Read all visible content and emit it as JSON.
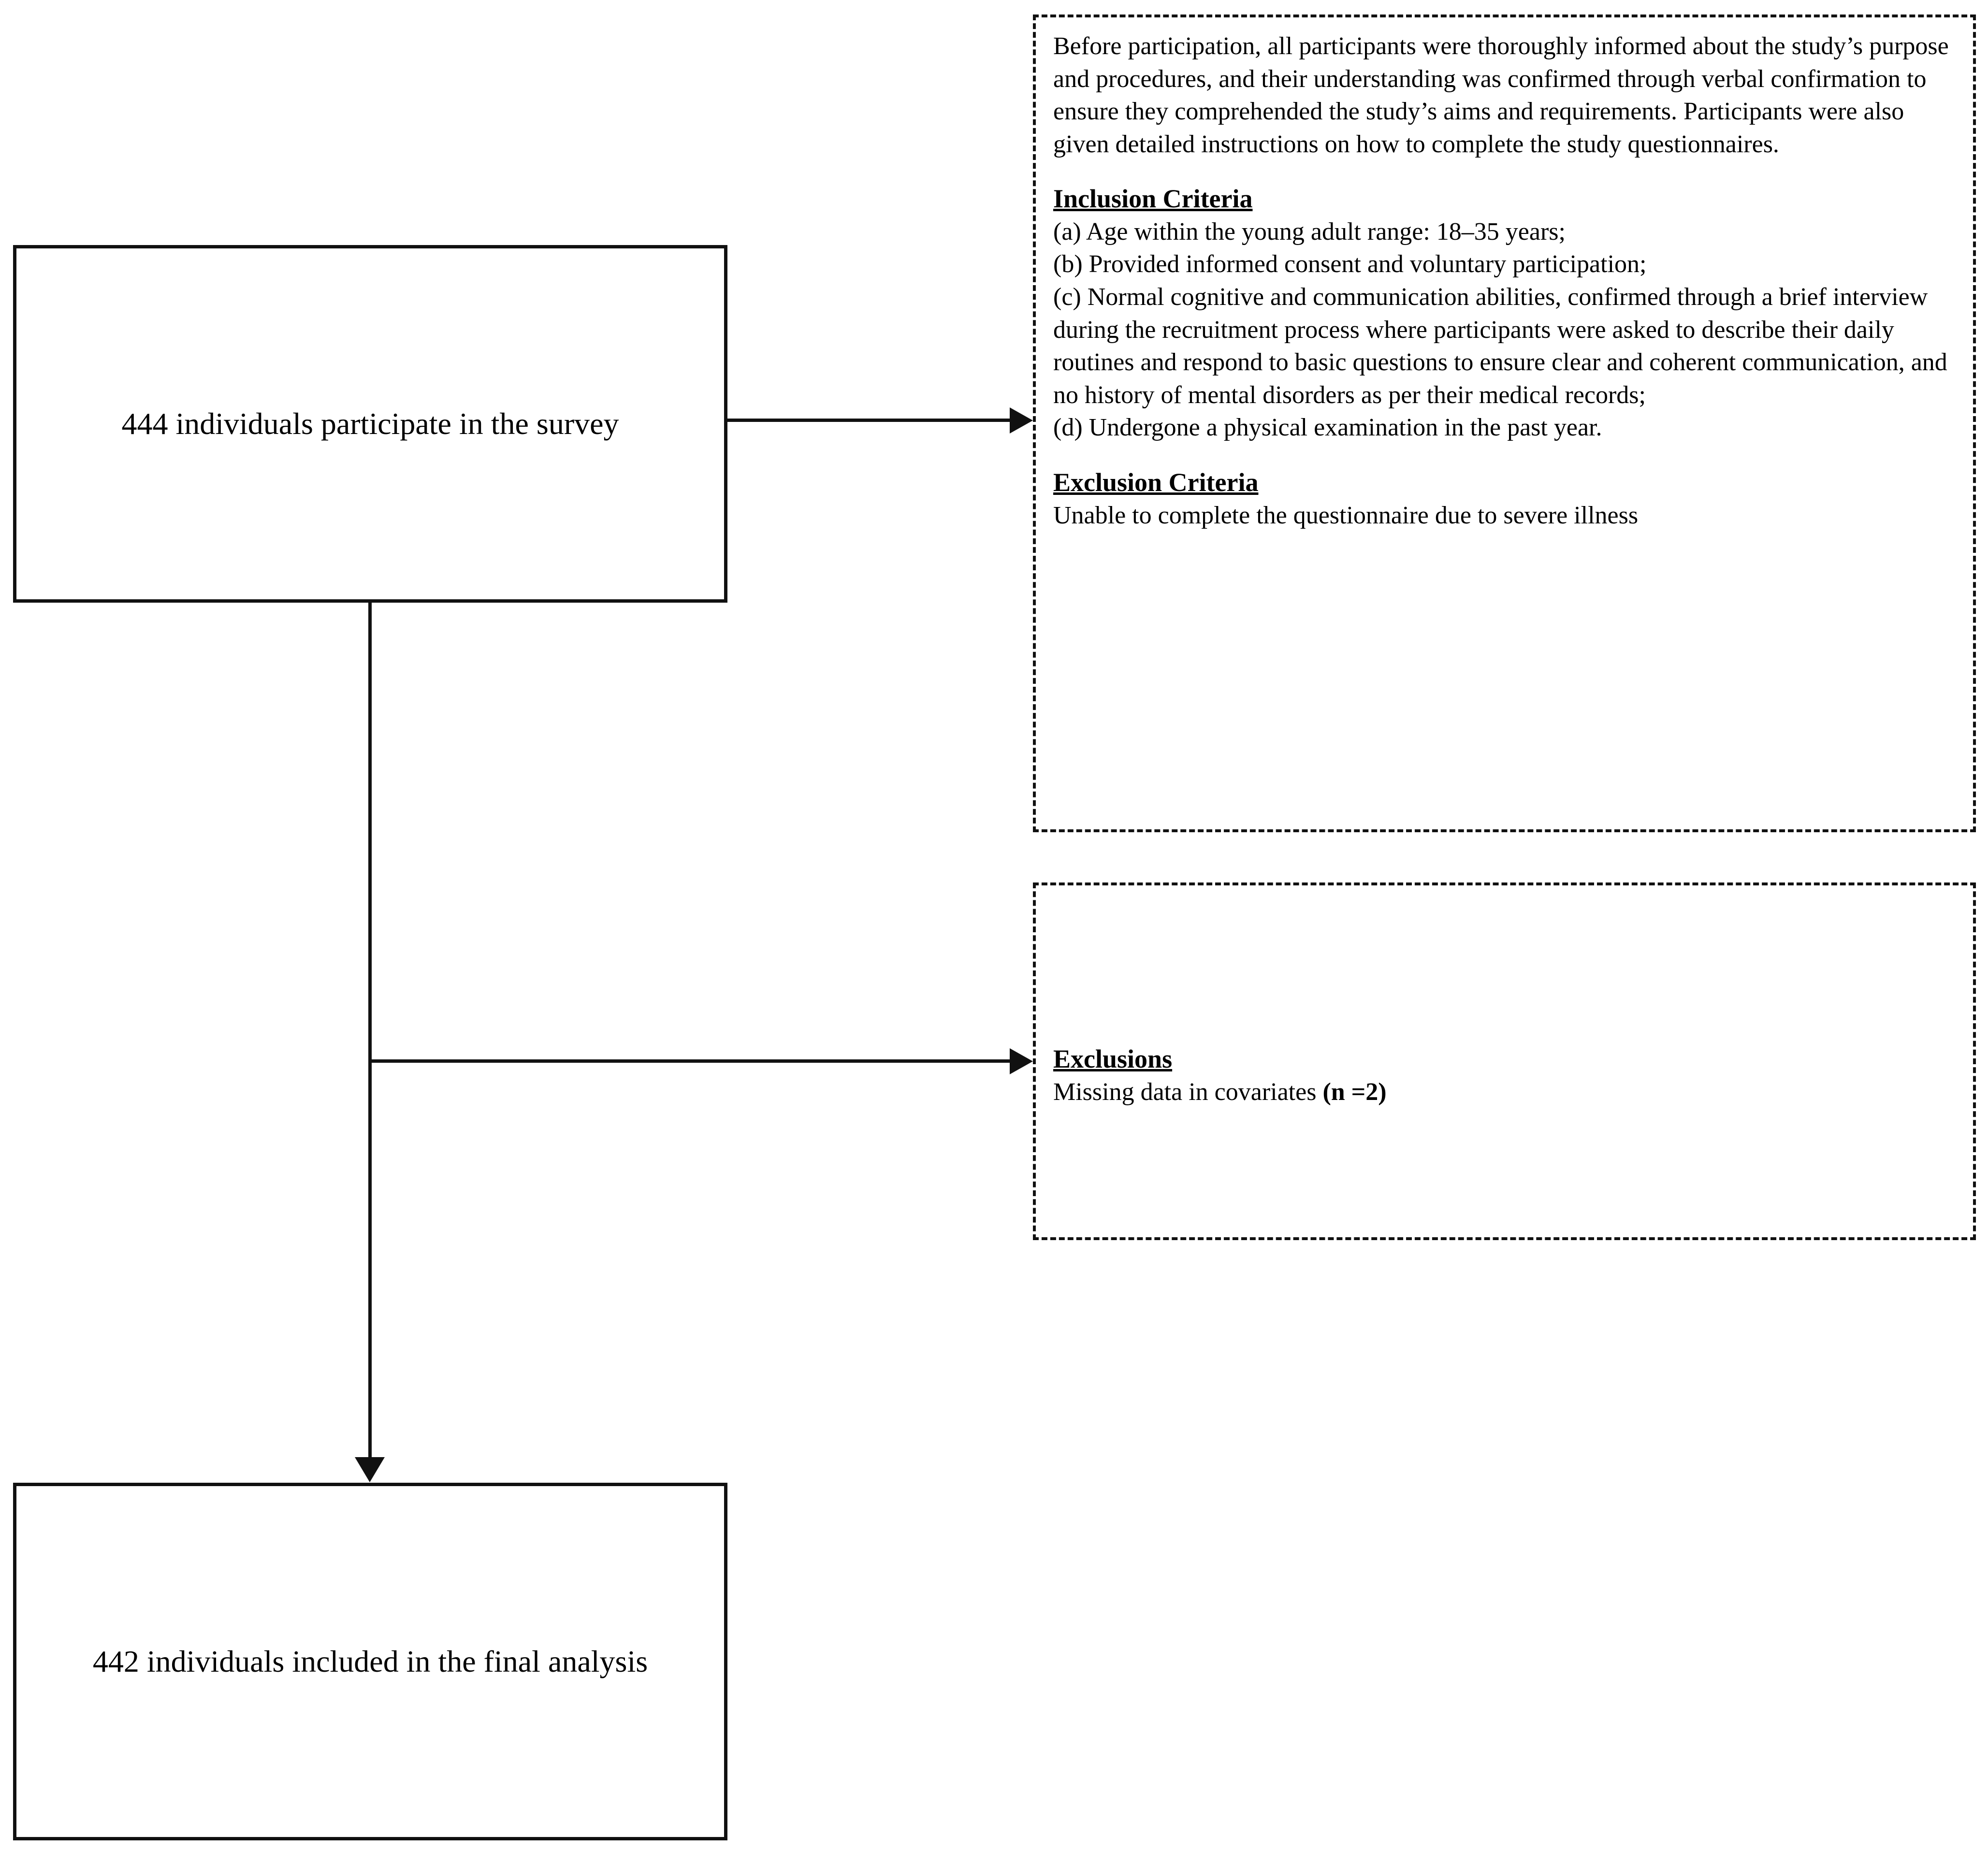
{
  "flow": {
    "start_box": {
      "label": "444 individuals participate in the survey"
    },
    "final_box": {
      "label": "442 individuals included in the final analysis"
    }
  },
  "criteria_box": {
    "intro_paragraph": "Before participation, all participants were thoroughly informed about the study’s purpose and procedures, and their understanding was confirmed through verbal confirmation to ensure they comprehended the study’s aims and requirements. Participants were also given detailed instructions on how to complete the study questionnaires.",
    "inclusion_heading": "Inclusion Criteria",
    "inclusion_items": [
      "(a) Age within the young adult range: 18–35 years;",
      "(b) Provided informed consent and voluntary participation;",
      "(c) Normal cognitive and communication abilities, confirmed through a brief interview during the recruitment process where participants were asked to describe their daily routines and respond to basic questions to ensure clear and coherent communication, and no history of mental disorders as per their medical records;",
      "(d) Undergone a physical examination in the past year."
    ],
    "exclusion_heading": "Exclusion Criteria",
    "exclusion_text": "Unable to complete the questionnaire due to severe illness"
  },
  "exclusions_box": {
    "heading": "Exclusions",
    "reason_text": "Missing data in covariates ",
    "reason_count": "(n =2)"
  },
  "colors": {
    "stroke": "#111111",
    "background": "#ffffff",
    "text": "#000000"
  }
}
